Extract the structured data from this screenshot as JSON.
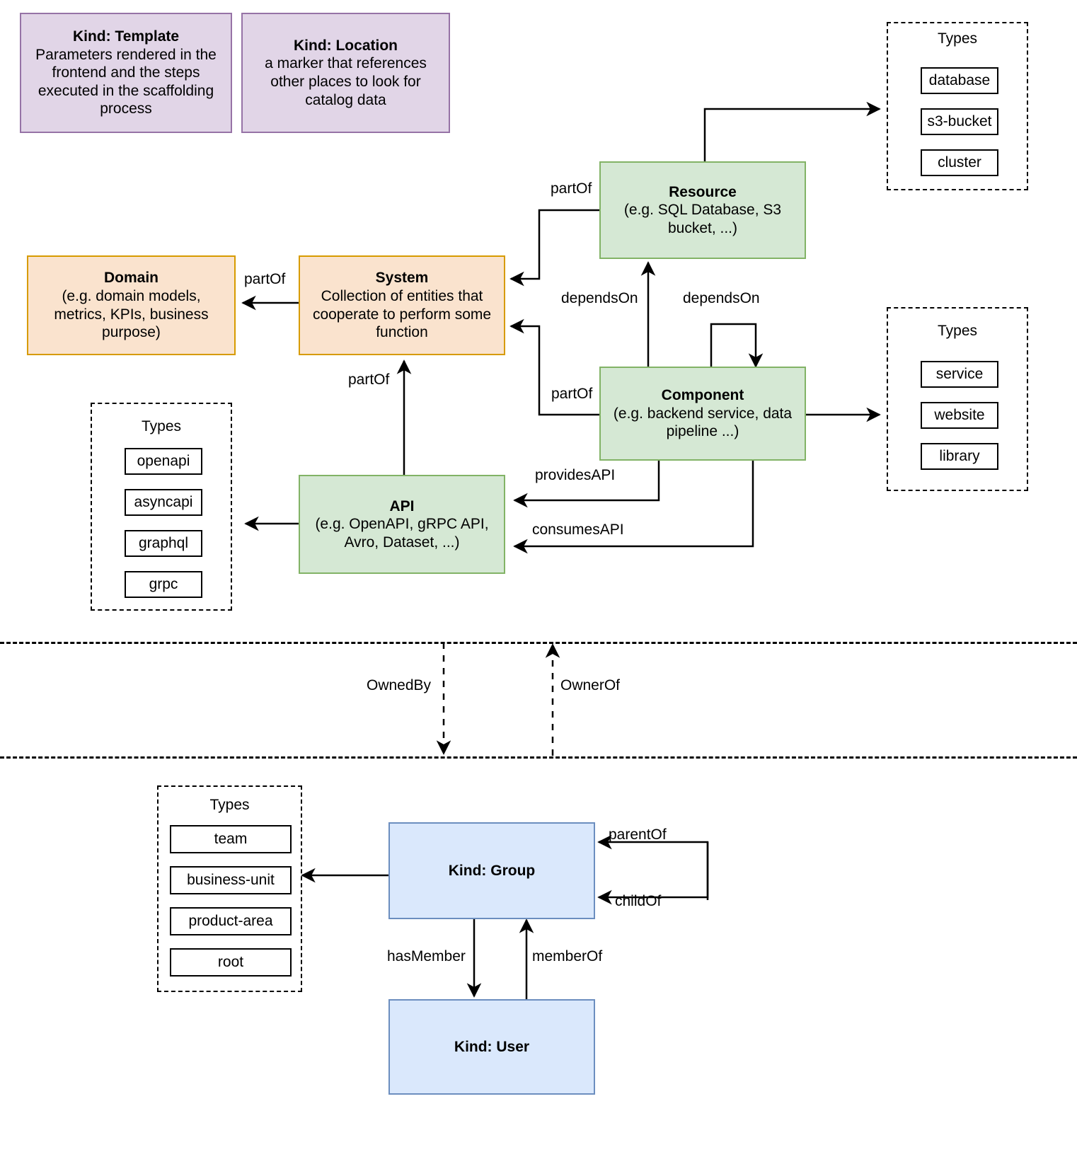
{
  "diagram": {
    "title": "Backstage Catalog Entity Kinds and Relations",
    "colors": {
      "purple_fill": "#e1d5e7",
      "purple_stroke": "#9673a6",
      "orange_fill": "#fae3ce",
      "orange_stroke": "#d79b00",
      "green_fill": "#d5e8d4",
      "green_stroke": "#82b366",
      "blue_fill": "#dae8fc",
      "blue_stroke": "#6c8ebf",
      "edge": "#000000"
    }
  },
  "nodes": {
    "template": {
      "title": "Kind: Template",
      "sub": "Parameters rendered in the frontend and the steps executed in  the scaffolding process"
    },
    "location": {
      "title": "Kind: Location",
      "sub": "a marker that references other places to look for catalog data"
    },
    "domain": {
      "title": "Domain",
      "sub": "(e.g.  domain models, metrics, KPIs, business purpose)"
    },
    "system": {
      "title": "System",
      "sub": "Collection of entities that cooperate to perform some function"
    },
    "resource": {
      "title": "Resource",
      "sub": "(e.g. SQL Database, S3 bucket, ...)"
    },
    "component": {
      "title": "Component",
      "sub": "(e.g. backend service, data pipeline ...)"
    },
    "api": {
      "title": "API",
      "sub": "(e.g. OpenAPI, gRPC API, Avro, Dataset, ...)"
    },
    "group": {
      "title": "Kind: Group",
      "sub": ""
    },
    "user": {
      "title": "Kind: User",
      "sub": ""
    }
  },
  "type_groups": {
    "resource_types": {
      "label": "Types",
      "items": [
        "database",
        "s3-bucket",
        "cluster"
      ]
    },
    "component_types": {
      "label": "Types",
      "items": [
        "service",
        "website",
        "library"
      ]
    },
    "api_types": {
      "label": "Types",
      "items": [
        "openapi",
        "asyncapi",
        "graphql",
        "grpc"
      ]
    },
    "group_types": {
      "label": "Types",
      "items": [
        "team",
        "business-unit",
        "product-area",
        "root"
      ]
    }
  },
  "edge_labels": {
    "resource_partof_system": "partOf",
    "system_partof_domain": "partOf",
    "component_dependson_resource": "dependsOn",
    "component_dependson_component": "dependsOn",
    "component_partof_system": "partOf",
    "api_partof_system": "partOf",
    "component_providesapi": "providesAPI",
    "component_consumesapi": "consumesAPI",
    "ownedby": "OwnedBy",
    "ownerof": "OwnerOf",
    "group_parentof": "parentOf",
    "group_childof": "childOf",
    "group_hasmember": "hasMember",
    "user_memberof": "memberOf"
  }
}
